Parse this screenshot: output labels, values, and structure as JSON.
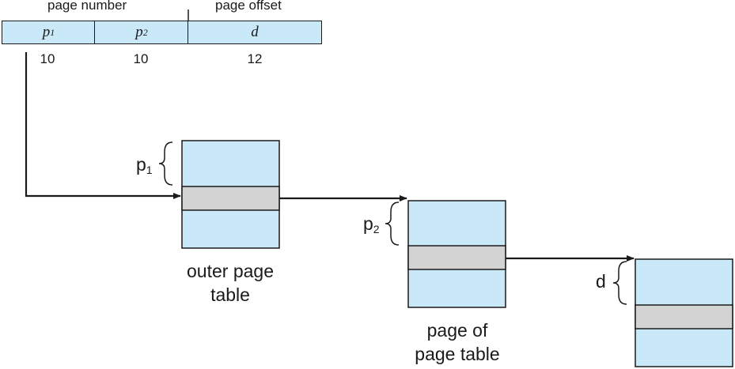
{
  "address": {
    "page_number_label": "page number",
    "page_offset_label": "page offset",
    "fields": [
      {
        "name": "p",
        "sub": "1",
        "bits": "10"
      },
      {
        "name": "p",
        "sub": "2",
        "bits": "10"
      },
      {
        "name": "d",
        "sub": "",
        "bits": "12"
      }
    ]
  },
  "tables": {
    "outer": {
      "line1": "outer page",
      "line2": "table",
      "brace_label": "p",
      "brace_sub": "1"
    },
    "inner": {
      "line1": "page of",
      "line2": "page table",
      "brace_label": "p",
      "brace_sub": "2"
    },
    "frame": {
      "brace_label": "d",
      "brace_sub": ""
    }
  },
  "colors": {
    "fill": "#c9e8f8",
    "selected": "#d3d3d3",
    "stroke": "#1a1a1a"
  }
}
